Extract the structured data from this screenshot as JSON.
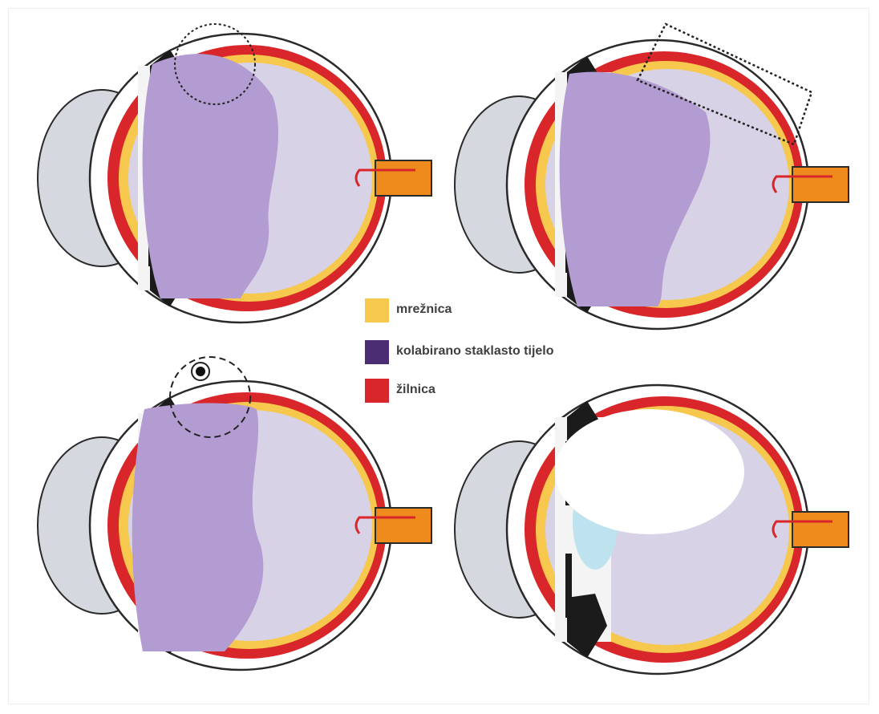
{
  "colors": {
    "retina": "#f6c84d",
    "collapsed_vitreous": "#4a2d73",
    "choroid": "#d8262a",
    "vitreous_fill": "#b29cd1",
    "vitreous_cavity": "#d7d2e6",
    "sclera_outline": "#2a2a2a",
    "optic_nerve": "#ef8a1c",
    "cornea_lens": "#d5d9df",
    "ciliary_black": "#1b1b1b"
  },
  "legend": {
    "items": [
      {
        "label": "mrežnica",
        "color": "#f6c84d",
        "icon": "retina-swatch"
      },
      {
        "label": "kolabirano staklasto tijelo",
        "color": "#4a2d73",
        "icon": "collapsed-vitreous-swatch"
      },
      {
        "label": "žilnica",
        "color": "#d8262a",
        "icon": "choroid-swatch"
      }
    ]
  },
  "panels": [
    {
      "id": "top-left",
      "stage": "vitreous traction at retina (dotted circle)"
    },
    {
      "id": "top-right",
      "stage": "retinal tear with detachment (dotted wedge)"
    },
    {
      "id": "bottom-left",
      "stage": "retinal hole with operculum (dashed circle)"
    },
    {
      "id": "bottom-right",
      "stage": "gas bubble filled eye"
    }
  ]
}
